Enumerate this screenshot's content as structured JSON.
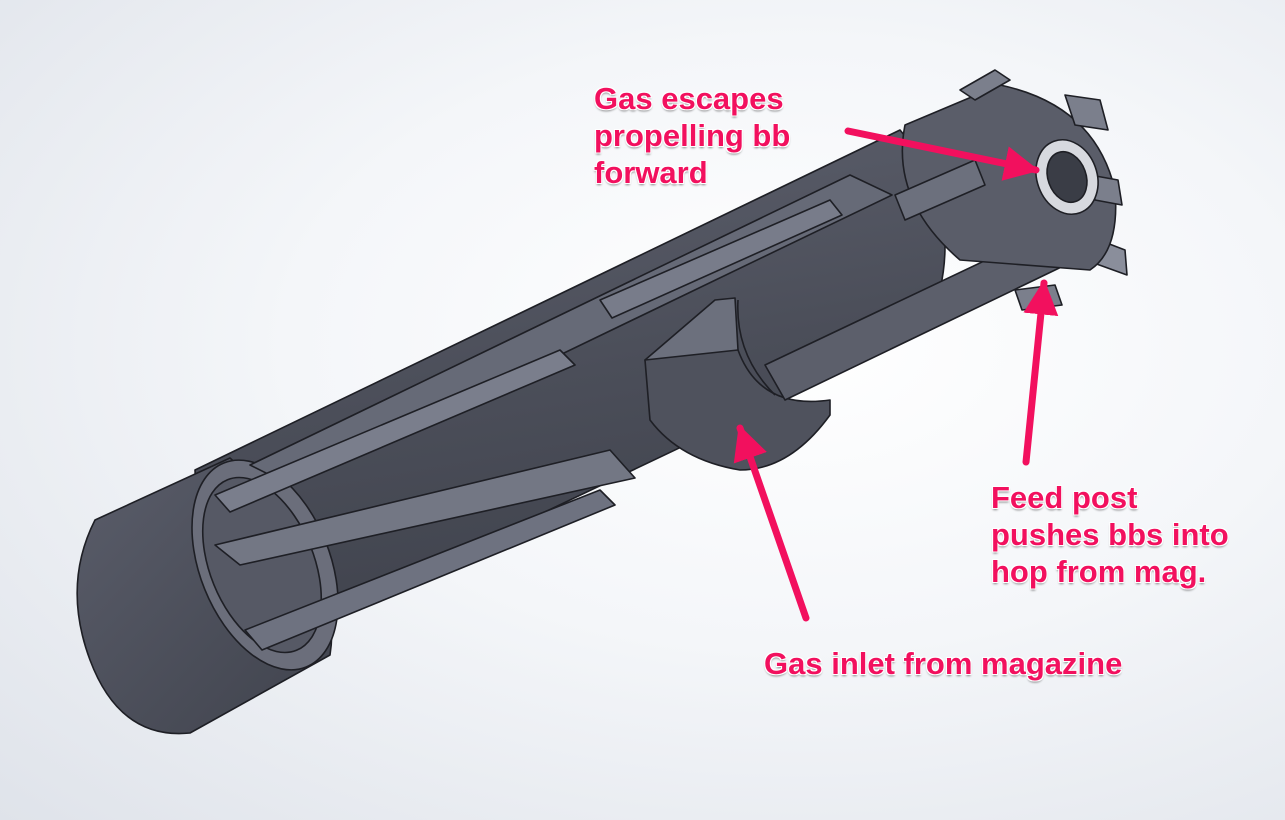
{
  "colors": {
    "part_dark": "#484b56",
    "part_mid": "#5c5f6c",
    "part_light": "#777b89",
    "part_edge": "#1e1f25",
    "annotation": "#f2105e"
  },
  "annotations": {
    "gas_escapes": [
      "Gas escapes",
      "propelling bb",
      "forward"
    ],
    "feed_post": [
      "Feed post",
      "pushes bbs into",
      "hop from mag."
    ],
    "gas_inlet": [
      "Gas inlet from magazine"
    ]
  }
}
